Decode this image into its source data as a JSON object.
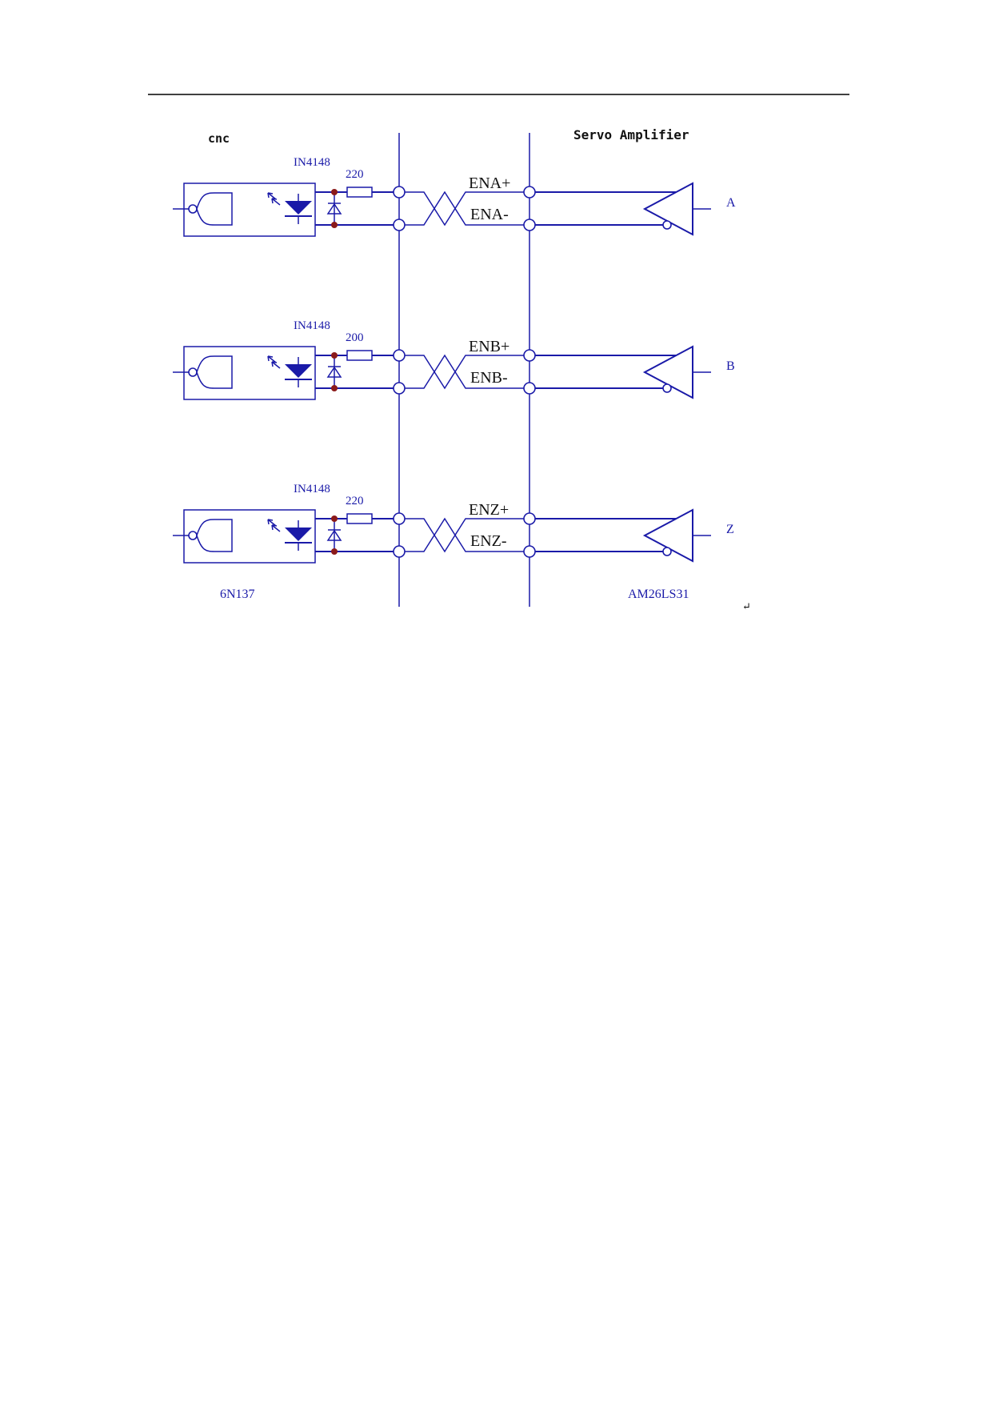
{
  "colors": {
    "wire": "#1a1aa8",
    "label": "#111111",
    "node": "#8b1a1a",
    "rule": "#000000"
  },
  "left_label": "cnc",
  "right_label": "Servo Amplifier",
  "bottom_left_label": "6N137",
  "bottom_right_label": "AM26LS31",
  "end_mark": "↵",
  "channels": [
    {
      "diode": "IN4148",
      "resistor": "220",
      "plus": "ENA+",
      "minus": "ENA-",
      "output": "A"
    },
    {
      "diode": "IN4148",
      "resistor": "200",
      "plus": "ENB+",
      "minus": "ENB-",
      "output": "B"
    },
    {
      "diode": "IN4148",
      "resistor": "220",
      "plus": "ENZ+",
      "minus": "ENZ-",
      "output": "Z"
    }
  ]
}
